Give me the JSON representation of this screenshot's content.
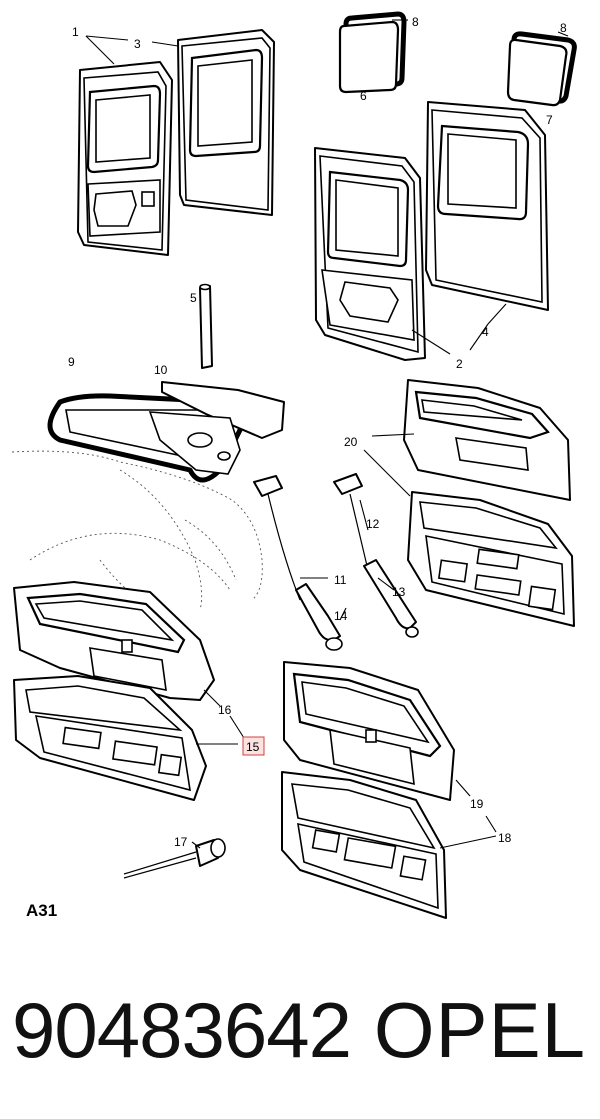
{
  "diagram": {
    "reference": "A31",
    "callouts": [
      {
        "id": "c1",
        "text": "1"
      },
      {
        "id": "c2",
        "text": "2"
      },
      {
        "id": "c3",
        "text": "3"
      },
      {
        "id": "c4",
        "text": "4"
      },
      {
        "id": "c5",
        "text": "5"
      },
      {
        "id": "c6",
        "text": "6"
      },
      {
        "id": "c7",
        "text": "7"
      },
      {
        "id": "c8a",
        "text": "8"
      },
      {
        "id": "c8b",
        "text": "8"
      },
      {
        "id": "c9",
        "text": "9"
      },
      {
        "id": "c10",
        "text": "10"
      },
      {
        "id": "c11",
        "text": "11"
      },
      {
        "id": "c12",
        "text": "12"
      },
      {
        "id": "c13",
        "text": "13"
      },
      {
        "id": "c14",
        "text": "14"
      },
      {
        "id": "c15",
        "text": "15",
        "highlighted": true
      },
      {
        "id": "c16",
        "text": "16"
      },
      {
        "id": "c17",
        "text": "17"
      },
      {
        "id": "c18",
        "text": "18"
      },
      {
        "id": "c19",
        "text": "19"
      },
      {
        "id": "c20",
        "text": "20"
      }
    ],
    "highlight_color": "#d04040"
  },
  "footer": {
    "part_number": "90483642",
    "brand": "OPEL"
  }
}
